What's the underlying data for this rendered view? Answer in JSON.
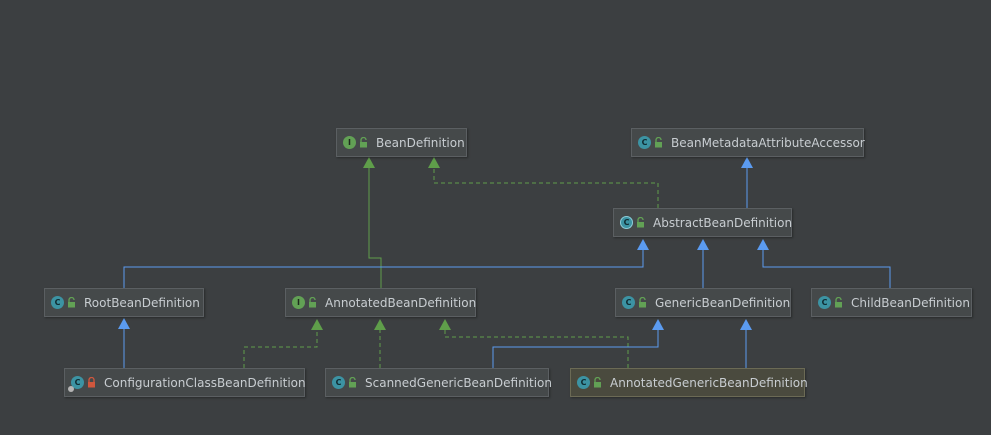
{
  "diagram": {
    "nodes": {
      "bean_definition": {
        "label": "BeanDefinition",
        "kind": "I",
        "kind_icon": "interface-icon",
        "lock": "public-lock-icon"
      },
      "bean_metadata_attribute_accessor": {
        "label": "BeanMetadataAttributeAccessor",
        "kind": "C",
        "kind_icon": "class-icon",
        "lock": "public-lock-icon"
      },
      "abstract_bean_definition": {
        "label": "AbstractBeanDefinition",
        "kind": "C",
        "kind_icon": "abstract-class-icon",
        "lock": "public-lock-icon"
      },
      "root_bean_definition": {
        "label": "RootBeanDefinition",
        "kind": "C",
        "kind_icon": "class-icon",
        "lock": "public-lock-icon"
      },
      "annotated_bean_definition": {
        "label": "AnnotatedBeanDefinition",
        "kind": "I",
        "kind_icon": "interface-icon",
        "lock": "public-lock-icon"
      },
      "generic_bean_definition": {
        "label": "GenericBeanDefinition",
        "kind": "C",
        "kind_icon": "class-icon",
        "lock": "public-lock-icon"
      },
      "child_bean_definition": {
        "label": "ChildBeanDefinition",
        "kind": "C",
        "kind_icon": "class-icon",
        "lock": "public-lock-icon"
      },
      "configuration_class_bean_definition": {
        "label": "ConfigurationClassBeanDefinition",
        "kind": "C",
        "kind_icon": "class-icon",
        "lock": "private-lock-icon"
      },
      "scanned_generic_bean_definition": {
        "label": "ScannedGenericBeanDefinition",
        "kind": "C",
        "kind_icon": "class-icon",
        "lock": "public-lock-icon"
      },
      "annotated_generic_bean_definition": {
        "label": "AnnotatedGenericBeanDefinition",
        "kind": "C",
        "kind_icon": "class-icon",
        "lock": "public-lock-icon"
      }
    },
    "edges": [
      {
        "from": "abstract_bean_definition",
        "to": "bean_metadata_attribute_accessor",
        "type": "extends"
      },
      {
        "from": "abstract_bean_definition",
        "to": "bean_definition",
        "type": "implements"
      },
      {
        "from": "annotated_bean_definition",
        "to": "bean_definition",
        "type": "extends"
      },
      {
        "from": "root_bean_definition",
        "to": "abstract_bean_definition",
        "type": "extends"
      },
      {
        "from": "generic_bean_definition",
        "to": "abstract_bean_definition",
        "type": "extends"
      },
      {
        "from": "child_bean_definition",
        "to": "abstract_bean_definition",
        "type": "extends"
      },
      {
        "from": "configuration_class_bean_definition",
        "to": "root_bean_definition",
        "type": "extends"
      },
      {
        "from": "configuration_class_bean_definition",
        "to": "annotated_bean_definition",
        "type": "implements"
      },
      {
        "from": "scanned_generic_bean_definition",
        "to": "annotated_bean_definition",
        "type": "implements"
      },
      {
        "from": "scanned_generic_bean_definition",
        "to": "generic_bean_definition",
        "type": "extends"
      },
      {
        "from": "annotated_generic_bean_definition",
        "to": "annotated_bean_definition",
        "type": "implements"
      },
      {
        "from": "annotated_generic_bean_definition",
        "to": "generic_bean_definition",
        "type": "extends"
      }
    ],
    "colors": {
      "background": "#3c3f41",
      "extends_line": "#5b9bf0",
      "implements_line": "#5f9e4a",
      "node_fill": "#45494a",
      "node_border": "#5b5f62",
      "node_text": "#c8cdd1",
      "interface_badge": "#62a155",
      "class_badge": "#3c93a3",
      "public_lock": "#62a155",
      "private_lock": "#d0573d"
    }
  }
}
